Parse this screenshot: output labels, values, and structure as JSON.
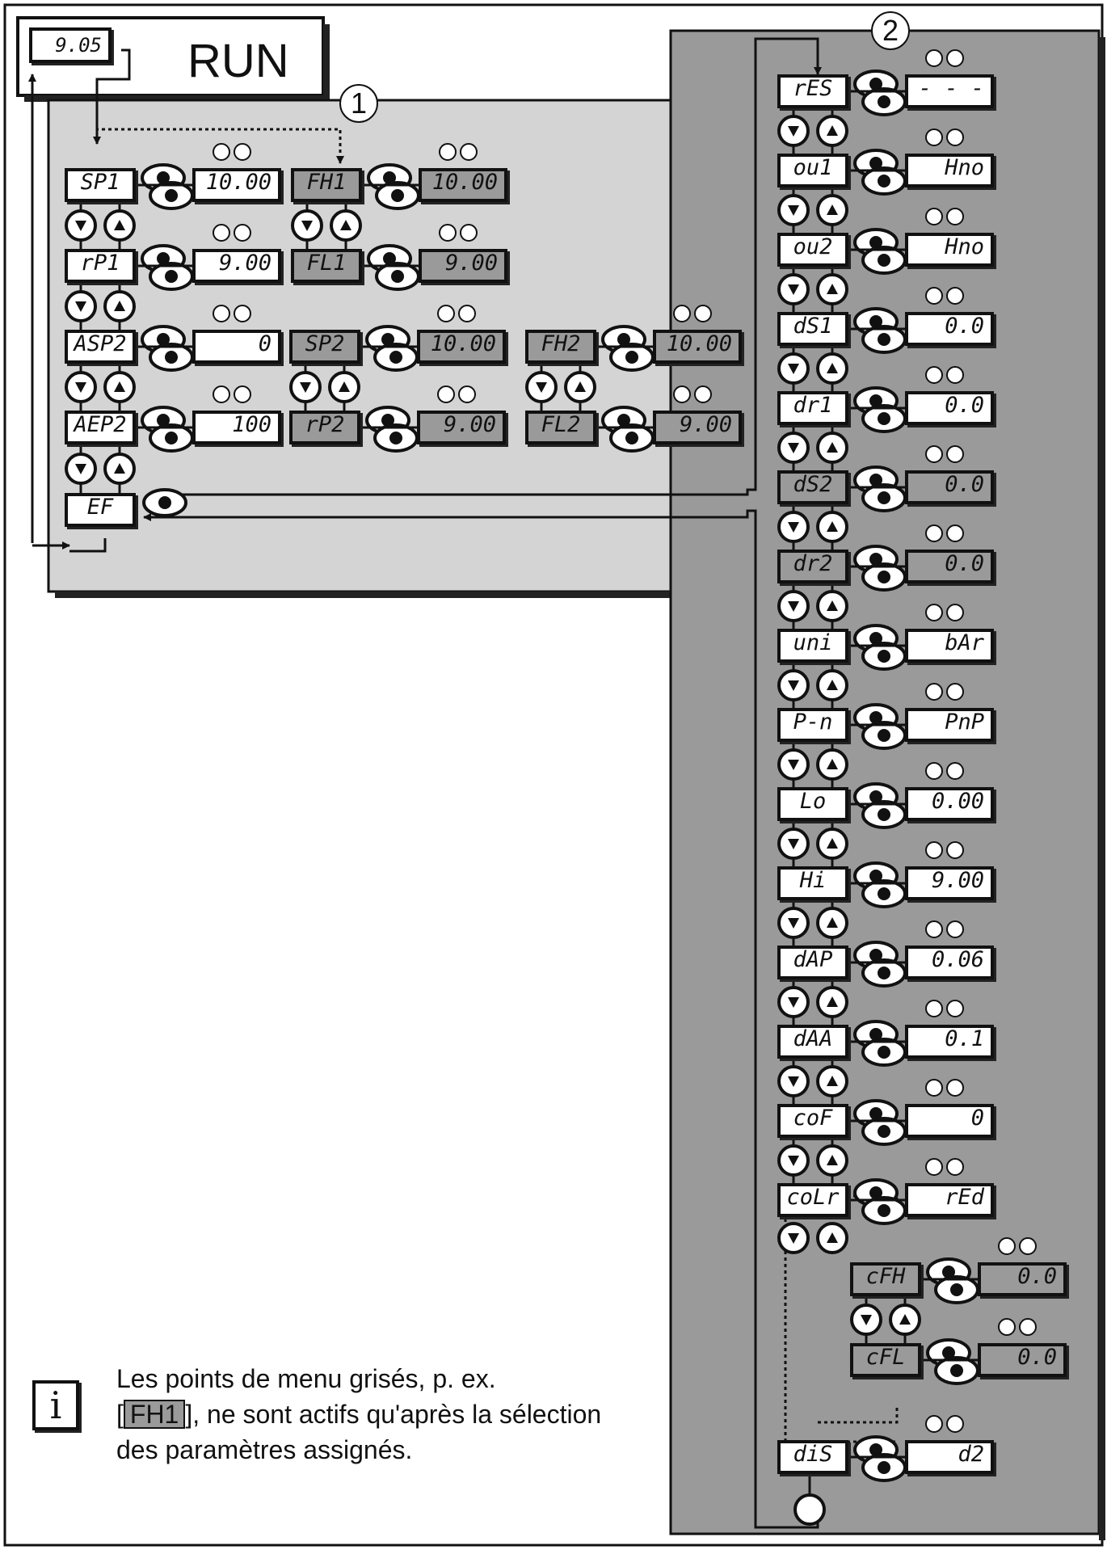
{
  "run": {
    "display": "9.05",
    "label": "RUN"
  },
  "callouts": [
    "1",
    "2"
  ],
  "menu1": [
    {
      "param": "SP1",
      "value": "10.00",
      "gray": false
    },
    {
      "param": "rP1",
      "value": "9.00",
      "gray": false
    },
    {
      "param": "ASP2",
      "value": "0",
      "gray": false
    },
    {
      "param": "AEP2",
      "value": "100",
      "gray": false
    },
    {
      "param": "EF",
      "value": "",
      "gray": false
    },
    {
      "param": "FH1",
      "value": "10.00",
      "gray": true
    },
    {
      "param": "FL1",
      "value": "9.00",
      "gray": true
    },
    {
      "param": "SP2",
      "value": "10.00",
      "gray": true
    },
    {
      "param": "rP2",
      "value": "9.00",
      "gray": true
    },
    {
      "param": "FH2",
      "value": "10.00",
      "gray": true
    },
    {
      "param": "FL2",
      "value": "9.00",
      "gray": true
    }
  ],
  "menu2": [
    {
      "param": "rES",
      "value": "- - -",
      "gray": false
    },
    {
      "param": "ou1",
      "value": "Hno",
      "gray": false
    },
    {
      "param": "ou2",
      "value": "Hno",
      "gray": false
    },
    {
      "param": "dS1",
      "value": "0.0",
      "gray": false
    },
    {
      "param": "dr1",
      "value": "0.0",
      "gray": false
    },
    {
      "param": "dS2",
      "value": "0.0",
      "gray": true
    },
    {
      "param": "dr2",
      "value": "0.0",
      "gray": true
    },
    {
      "param": "uni",
      "value": "bAr",
      "gray": false
    },
    {
      "param": "P-n",
      "value": "PnP",
      "gray": false
    },
    {
      "param": "Lo",
      "value": "0.00",
      "gray": false
    },
    {
      "param": "Hi",
      "value": "9.00",
      "gray": false
    },
    {
      "param": "dAP",
      "value": "0.06",
      "gray": false
    },
    {
      "param": "dAA",
      "value": "0.1",
      "gray": false
    },
    {
      "param": "coF",
      "value": "0",
      "gray": false
    },
    {
      "param": "coLr",
      "value": "rEd",
      "gray": false
    },
    {
      "param": "cFH",
      "value": "0.0",
      "gray": true
    },
    {
      "param": "cFL",
      "value": "0.0",
      "gray": true
    },
    {
      "param": "diS",
      "value": "d2",
      "gray": false
    }
  ],
  "note": {
    "line1": "Les points de menu grisés, p. ex.",
    "bracket_open": "[",
    "highlight": "FH1",
    "line2_rest": "], ne sont actifs qu'après la sélection",
    "line3": "des paramètres assignés.",
    "icon": "info-icon"
  },
  "colors": {
    "panel_gray": "#9a9a9a",
    "line": "#111111"
  }
}
